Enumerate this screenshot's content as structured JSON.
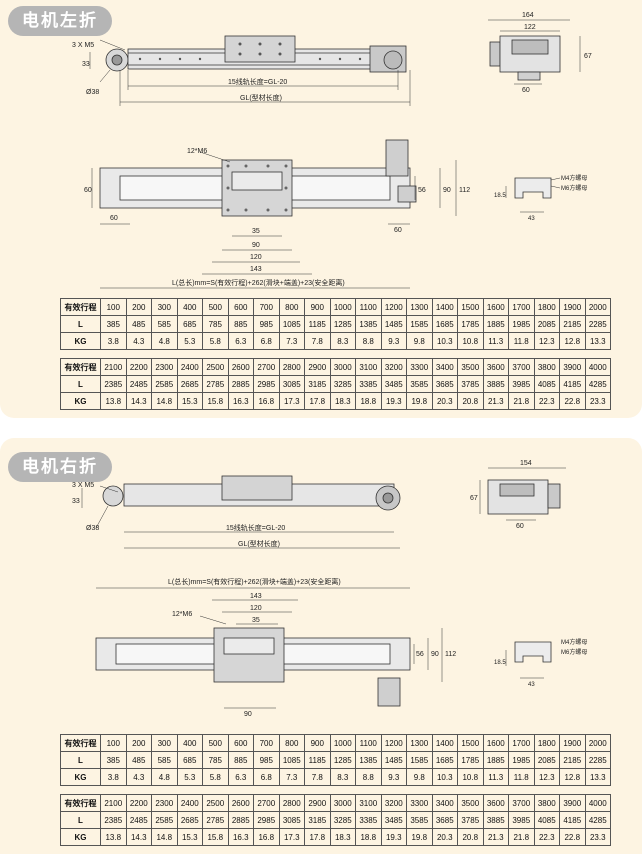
{
  "sections": [
    {
      "badge": "电机左折",
      "dims": {
        "screws": "3 X M5",
        "h33": "33",
        "dia": "Ø38",
        "rail": "15线轨长度=GL-20",
        "gl": "GL(型材长度)",
        "w164": "164",
        "w122": "122",
        "h67": "67",
        "w60a": "60",
        "m6": "12*M6",
        "h60": "60",
        "w60b": "60",
        "w60c": "60",
        "h56": "56",
        "h90": "90",
        "h112": "112",
        "w35": "35",
        "w90": "90",
        "w120": "120",
        "w143": "143",
        "formula": "L(总长)mm=S(有效行程)+262(滑块+端盖)+23(安全距离)",
        "h18": "18.5",
        "nut1": "M4方螺母",
        "nut2": "M6方螺母",
        "w43": "43"
      },
      "tables": [
        {
          "rows": [
            {
              "label": "有效行程",
              "values": [
                "100",
                "200",
                "300",
                "400",
                "500",
                "600",
                "700",
                "800",
                "900",
                "1000",
                "1100",
                "1200",
                "1300",
                "1400",
                "1500",
                "1600",
                "1700",
                "1800",
                "1900",
                "2000"
              ]
            },
            {
              "label": "L",
              "values": [
                "385",
                "485",
                "585",
                "685",
                "785",
                "885",
                "985",
                "1085",
                "1185",
                "1285",
                "1385",
                "1485",
                "1585",
                "1685",
                "1785",
                "1885",
                "1985",
                "2085",
                "2185",
                "2285"
              ]
            },
            {
              "label": "KG",
              "values": [
                "3.8",
                "4.3",
                "4.8",
                "5.3",
                "5.8",
                "6.3",
                "6.8",
                "7.3",
                "7.8",
                "8.3",
                "8.8",
                "9.3",
                "9.8",
                "10.3",
                "10.8",
                "11.3",
                "11.8",
                "12.3",
                "12.8",
                "13.3"
              ]
            }
          ]
        },
        {
          "rows": [
            {
              "label": "有效行程",
              "values": [
                "2100",
                "2200",
                "2300",
                "2400",
                "2500",
                "2600",
                "2700",
                "2800",
                "2900",
                "3000",
                "3100",
                "3200",
                "3300",
                "3400",
                "3500",
                "3600",
                "3700",
                "3800",
                "3900",
                "4000"
              ]
            },
            {
              "label": "L",
              "values": [
                "2385",
                "2485",
                "2585",
                "2685",
                "2785",
                "2885",
                "2985",
                "3085",
                "3185",
                "3285",
                "3385",
                "3485",
                "3585",
                "3685",
                "3785",
                "3885",
                "3985",
                "4085",
                "4185",
                "4285"
              ]
            },
            {
              "label": "KG",
              "values": [
                "13.8",
                "14.3",
                "14.8",
                "15.3",
                "15.8",
                "16.3",
                "16.8",
                "17.3",
                "17.8",
                "18.3",
                "18.8",
                "19.3",
                "19.8",
                "20.3",
                "20.8",
                "21.3",
                "21.8",
                "22.3",
                "22.8",
                "23.3"
              ]
            }
          ]
        }
      ]
    },
    {
      "badge": "电机右折",
      "dims": {
        "screws": "3 X M5",
        "h33": "33",
        "dia": "Ø38",
        "rail": "15线轨长度=GL-20",
        "gl": "GL(型材长度)",
        "w154": "154",
        "h67": "67",
        "w60a": "60",
        "formula": "L(总长)mm=S(有效行程)+262(滑块+端盖)+23(安全距离)",
        "w143": "143",
        "w120": "120",
        "w35": "35",
        "m6": "12*M6",
        "h56": "56",
        "h90": "90",
        "h112": "112",
        "w90": "90",
        "h18": "18.5",
        "nut1": "M4方螺母",
        "nut2": "M6方螺母",
        "w43": "43"
      },
      "tables": [
        {
          "rows": [
            {
              "label": "有效行程",
              "values": [
                "100",
                "200",
                "300",
                "400",
                "500",
                "600",
                "700",
                "800",
                "900",
                "1000",
                "1100",
                "1200",
                "1300",
                "1400",
                "1500",
                "1600",
                "1700",
                "1800",
                "1900",
                "2000"
              ]
            },
            {
              "label": "L",
              "values": [
                "385",
                "485",
                "585",
                "685",
                "785",
                "885",
                "985",
                "1085",
                "1185",
                "1285",
                "1385",
                "1485",
                "1585",
                "1685",
                "1785",
                "1885",
                "1985",
                "2085",
                "2185",
                "2285"
              ]
            },
            {
              "label": "KG",
              "values": [
                "3.8",
                "4.3",
                "4.8",
                "5.3",
                "5.8",
                "6.3",
                "6.8",
                "7.3",
                "7.8",
                "8.3",
                "8.8",
                "9.3",
                "9.8",
                "10.3",
                "10.8",
                "11.3",
                "11.8",
                "12.3",
                "12.8",
                "13.3"
              ]
            }
          ]
        },
        {
          "rows": [
            {
              "label": "有效行程",
              "values": [
                "2100",
                "2200",
                "2300",
                "2400",
                "2500",
                "2600",
                "2700",
                "2800",
                "2900",
                "3000",
                "3100",
                "3200",
                "3300",
                "3400",
                "3500",
                "3600",
                "3700",
                "3800",
                "3900",
                "4000"
              ]
            },
            {
              "label": "L",
              "values": [
                "2385",
                "2485",
                "2585",
                "2685",
                "2785",
                "2885",
                "2985",
                "3085",
                "3185",
                "3285",
                "3385",
                "3485",
                "3585",
                "3685",
                "3785",
                "3885",
                "3985",
                "4085",
                "4185",
                "4285"
              ]
            },
            {
              "label": "KG",
              "values": [
                "13.8",
                "14.3",
                "14.8",
                "15.3",
                "15.8",
                "16.3",
                "16.8",
                "17.3",
                "17.8",
                "18.3",
                "18.8",
                "19.3",
                "19.8",
                "20.3",
                "20.8",
                "21.3",
                "21.8",
                "22.3",
                "22.8",
                "23.3"
              ]
            }
          ]
        }
      ]
    }
  ]
}
